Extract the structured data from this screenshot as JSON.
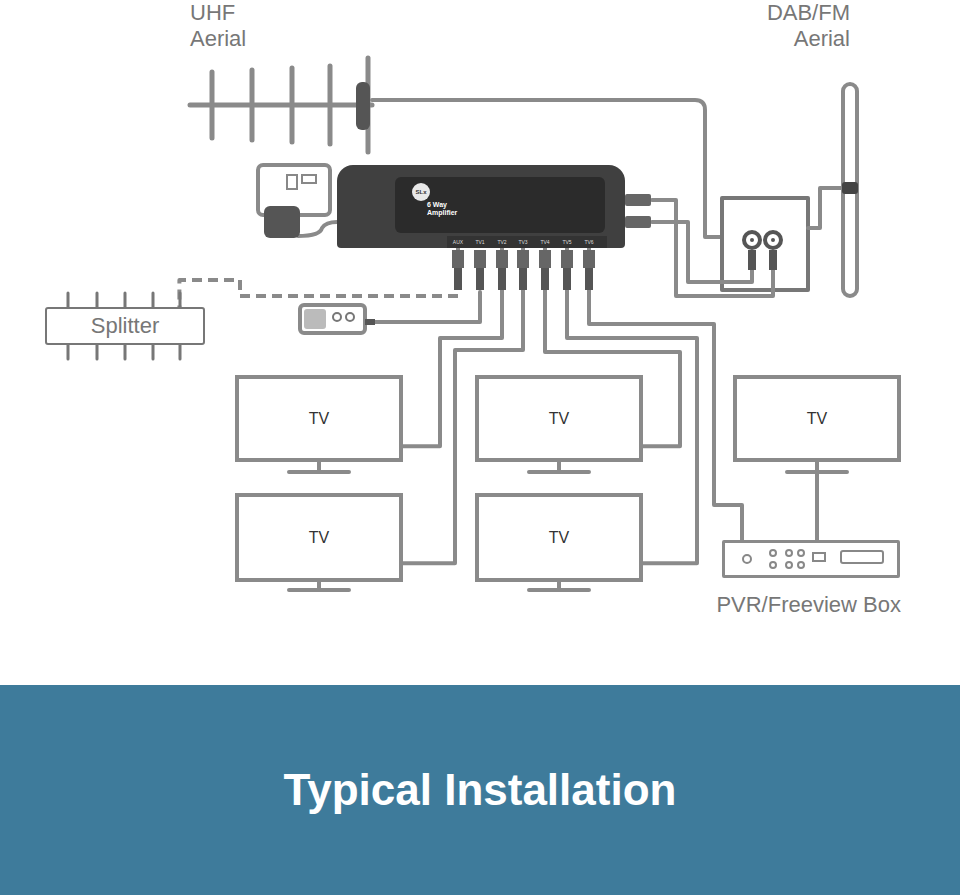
{
  "diagram": {
    "title": "Typical Installation",
    "nodes": [
      {
        "text": [
          "6 Way Amplifier"
        ]
      },
      {
        "text": [
          "Splitter"
        ]
      },
      {
        "text": [
          "TV"
        ]
      },
      {
        "text": [
          "TV"
        ]
      },
      {
        "text": [
          "TV"
        ]
      },
      {
        "text": [
          "TV"
        ]
      },
      {
        "text": [
          "TV"
        ]
      },
      {
        "text": [
          "PVR/Freeview Box"
        ]
      }
    ],
    "edges": [
      {
        "from": 0,
        "to": 1,
        "arrow": "none"
      },
      {
        "from": 0,
        "to": 2,
        "arrow": "none"
      },
      {
        "from": 0,
        "to": 5,
        "arrow": "none"
      },
      {
        "from": 0,
        "to": 3,
        "arrow": "none"
      },
      {
        "from": 0,
        "to": 6,
        "arrow": "none"
      },
      {
        "from": 0,
        "to": 7,
        "arrow": "none"
      },
      {
        "from": 7,
        "to": 4,
        "arrow": "none"
      }
    ],
    "labels": [
      "UHF Aerial",
      "DAB/FM Aerial",
      "SLx",
      "AUX",
      "TV1",
      "TV2",
      "TV3",
      "TV4",
      "TV5",
      "TV6"
    ]
  }
}
